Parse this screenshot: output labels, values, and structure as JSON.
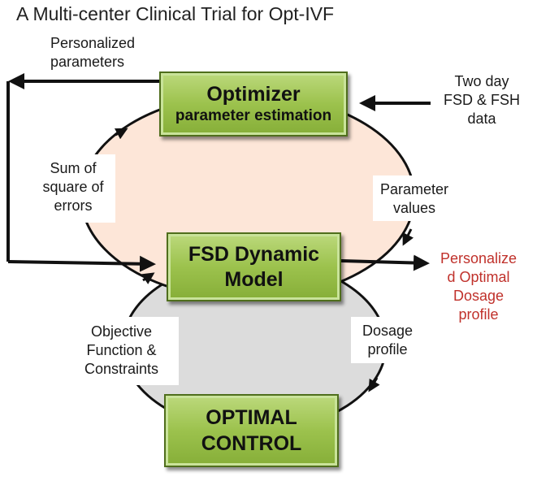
{
  "title": "A Multi-center Clinical Trial for Opt-IVF",
  "nodes": {
    "optimizer": {
      "line1": "Optimizer",
      "line2": "parameter estimation"
    },
    "fsd_model": {
      "line1": "FSD Dynamic",
      "line2": "Model"
    },
    "optimal_control": {
      "line1": "OPTIMAL",
      "line2": "CONTROL"
    }
  },
  "labels": {
    "personalized_parameters": [
      "Personalized",
      "parameters"
    ],
    "two_day_data": [
      "Two day",
      "FSD & FSH",
      "data"
    ],
    "sum_of_square": [
      "Sum of",
      "square of",
      "errors"
    ],
    "parameter_values": [
      "Parameter",
      "values"
    ],
    "personalized_profile": [
      "Personalize",
      "d Optimal",
      "Dosage",
      "profile"
    ],
    "objective_function": [
      "Objective",
      "Function &",
      "Constraints"
    ],
    "dosage_profile": [
      "Dosage",
      "profile"
    ]
  },
  "colors": {
    "upper_ellipse": "#fde6d8",
    "lower_ellipse": "#dcdcdc",
    "box_fill": "#9cc24d",
    "box_border": "#4f6e1c",
    "output_text": "#c0312b",
    "arrow": "#111111"
  }
}
